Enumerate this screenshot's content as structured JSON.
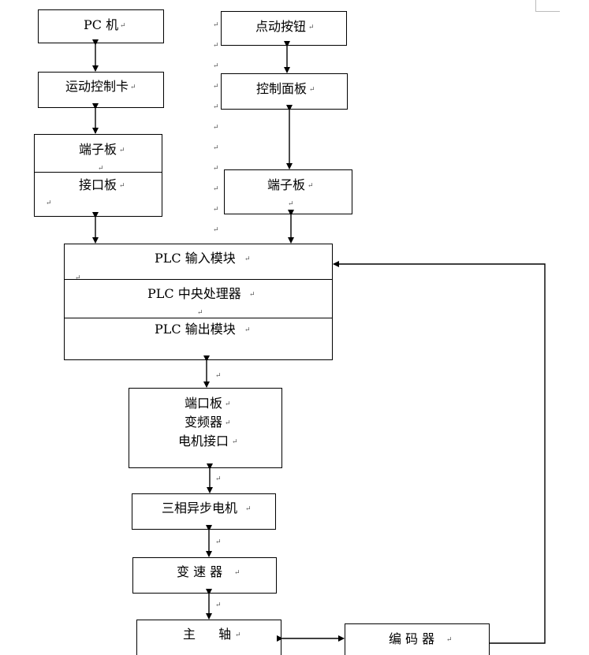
{
  "labels": {
    "pc": "PC 机",
    "motion_card": "运动控制卡",
    "terminal_board_left": "端子板",
    "interface_board": "接口板",
    "jog_button": "点动按钮",
    "control_panel": "控制面板",
    "terminal_board_right": "端子板",
    "plc_input": "PLC 输入模块",
    "plc_cpu": "PLC 中央处理器",
    "plc_output": "PLC 输出模块",
    "port_board": "端口板",
    "inverter": "变频器",
    "motor_interface": "电机接口",
    "async_motor": "三相异步电机",
    "reducer": "变 速 器",
    "spindle": "主 轴",
    "encoder": "编 码 器"
  },
  "paragraph_mark": "↵"
}
